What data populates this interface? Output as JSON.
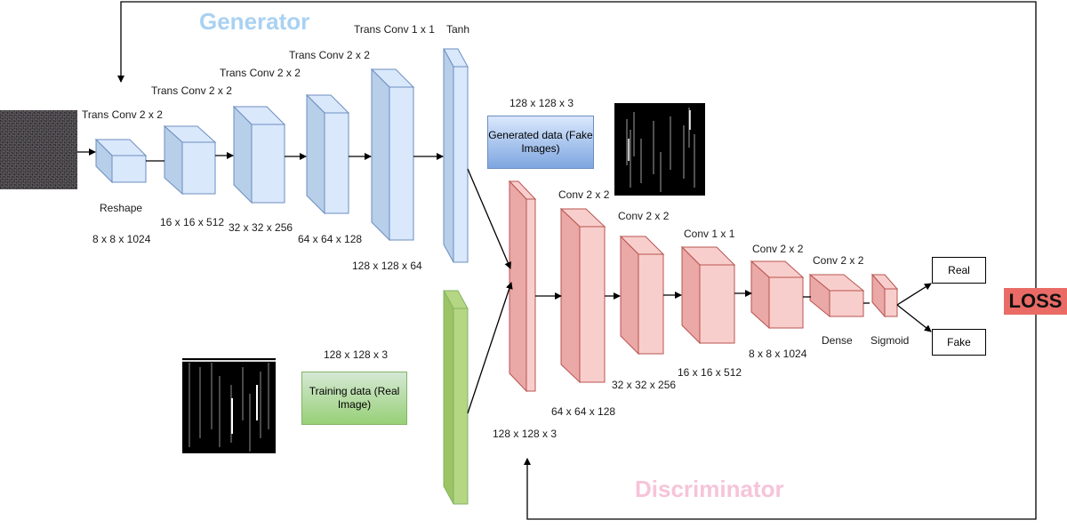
{
  "titles": {
    "generator": "Generator",
    "discriminator": "Discriminator",
    "loss": "LOSS"
  },
  "generator": {
    "layers": [
      "Trans Conv 2 x 2",
      "Trans Conv 2 x 2",
      "Trans Conv 2 x 2",
      "Trans Conv 2 x 2",
      "Trans Conv 1 x 1",
      "Tanh"
    ],
    "reshape_label": "Reshape",
    "shapes": [
      "8 x 8 x 1024",
      "16 x 16 x 512",
      "32 x 32 x 256",
      "64 x 64 x 128",
      "128 x 128 x 64"
    ]
  },
  "generated_data": {
    "shape": "128 x 128 x 3",
    "label": "Generated data (Fake Images)"
  },
  "training_data": {
    "shape": "128 x 128 x 3",
    "label": "Training data (Real Image)"
  },
  "discriminator": {
    "layers": [
      "Conv 2 x 2",
      "Conv 2 x 2",
      "Conv 1 x 1",
      "Conv 2 x 2",
      "Conv 2 x 2"
    ],
    "input_shape": "128 x 128 x 3",
    "shapes": [
      "64 x 64 x 128",
      "32 x 32 x 256",
      "16 x 16 x 512",
      "8 x 8 x 1024"
    ],
    "dense_label": "Dense",
    "sigmoid_label": "Sigmoid"
  },
  "outputs": {
    "real": "Real",
    "fake": "Fake"
  },
  "colors": {
    "generator_fill": "#dae8fc",
    "generator_fill_dark": "#b7cfe8",
    "generator_stroke": "#6c8ebf",
    "generator_title": "#a9d1f2",
    "discriminator_fill": "#f8cecc",
    "discriminator_fill_dark": "#eaa8a6",
    "discriminator_stroke": "#b85450",
    "discriminator_title": "#f6c4d8",
    "training_fill": "#d5e8d4",
    "training_bar_fill": "#b5d683",
    "training_stroke": "#82b366",
    "loss_fill": "#ea6b66"
  }
}
